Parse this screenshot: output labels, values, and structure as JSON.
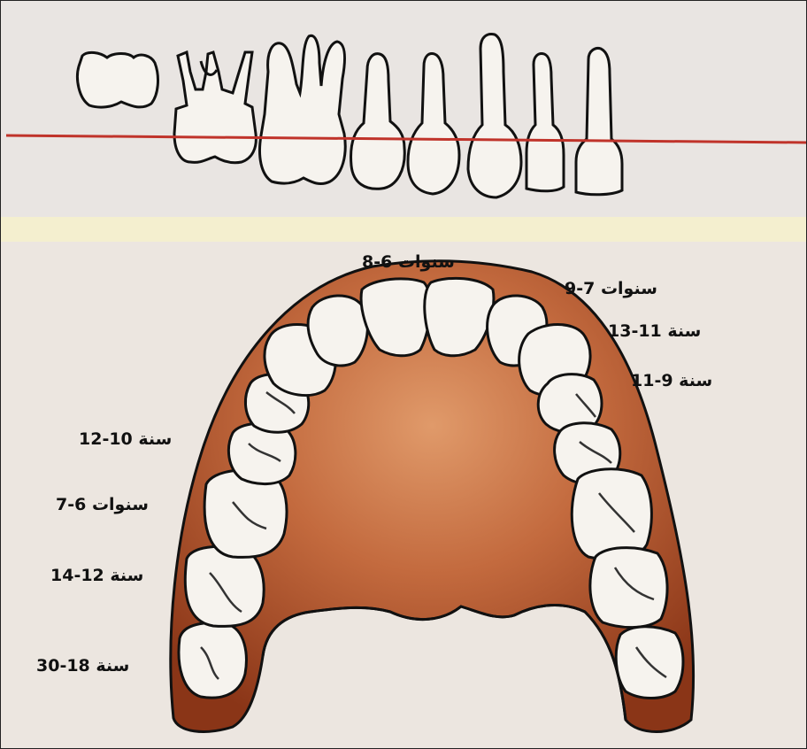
{
  "colors": {
    "gum": "#b0532a",
    "gum_dark": "#7d2f12",
    "gum_light": "#d98a5e",
    "tooth": "#f6f3ee",
    "outline": "#111111",
    "gum_line": "#c0332a",
    "band": "#f4efcf"
  },
  "labels": {
    "central_incisor": "8-6 سنوات",
    "lateral_incisor": "9-7 سنوات",
    "canine": "13-11 سنة",
    "first_premolar": "11-9 سنة",
    "second_premolar": "12-10 سنة",
    "first_molar": "7-6 سنوات",
    "second_molar": "14-12 سنة",
    "third_molar": "30-18 سنة"
  }
}
